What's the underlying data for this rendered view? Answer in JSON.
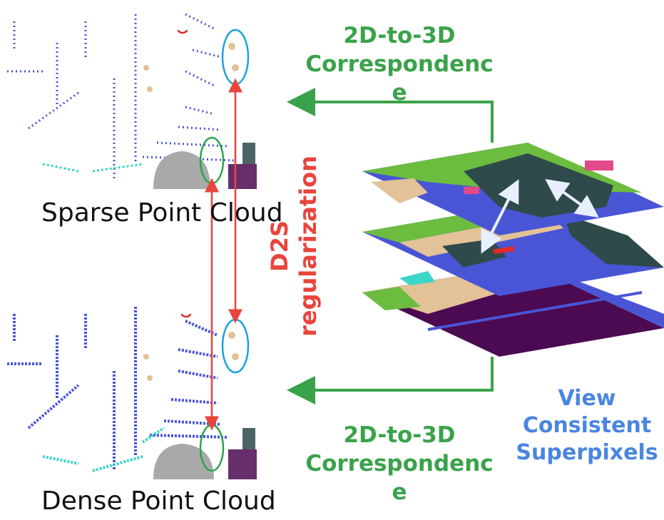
{
  "top_panel": {
    "caption": "Sparse Point Cloud"
  },
  "bottom_panel": {
    "caption": "Dense Point Cloud"
  },
  "correspondence_top": {
    "line1": "2D-to-3D",
    "line2": "Correspondenc",
    "line3": "e"
  },
  "correspondence_bottom": {
    "line1": "2D-to-3D",
    "line2": "Correspondenc",
    "line3": "e"
  },
  "regularization": {
    "line1": "D2S",
    "line2": "regularization"
  },
  "superpixels": {
    "line1": "View",
    "line2": "Consistent",
    "line3": "Superpixels"
  },
  "colors": {
    "green_text": "#3aa24a",
    "red_text": "#e8453c",
    "blue_text": "#4a86e0",
    "lidar_blue": "#4a55d6",
    "lidar_cyan": "#3bd6c6",
    "ground_gray": "#a9a9a9",
    "road_dark": "#2f4a4a",
    "vegetation": "#6cbd3f",
    "sidewalk": "#e2c296",
    "terrain_purple": "#4b0a52",
    "circle_blue": "#1aa2dc",
    "circle_green": "#2aa64a"
  }
}
